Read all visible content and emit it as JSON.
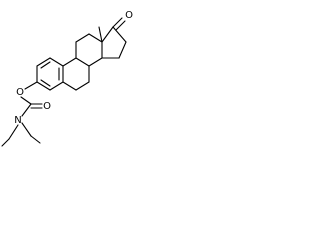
{
  "molecule": {
    "atoms": {
      "ring_oxygen": "O",
      "carbonyl_oxygen_ketone": "O",
      "carbonyl_oxygen_carbamate": "O",
      "nitrogen": "N"
    }
  }
}
